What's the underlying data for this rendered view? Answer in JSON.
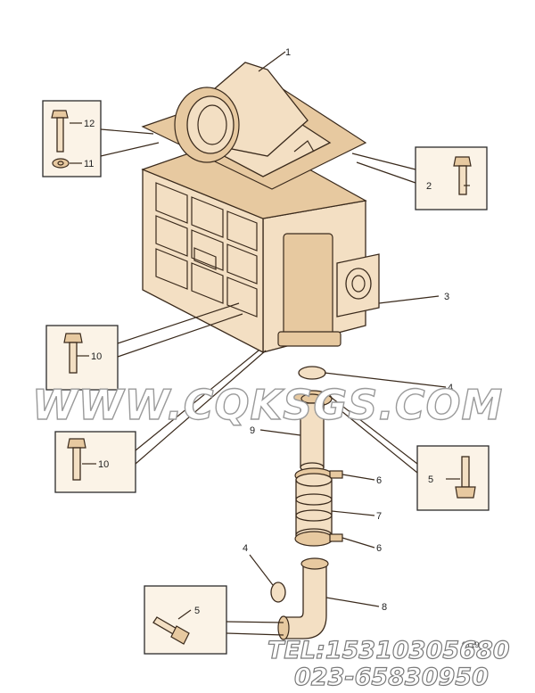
{
  "callouts": {
    "c1": "1",
    "c2": "2",
    "c3": "3",
    "c4a": "4",
    "c4b": "4",
    "c5a": "5",
    "c5b": "5",
    "c6a": "6",
    "c6b": "6",
    "c7": "7",
    "c8": "8",
    "c9": "9",
    "c10a": "10",
    "c10b": "10",
    "c11": "11",
    "c12": "12"
  },
  "watermark": "WWW.CQKSGS.COM",
  "contact": {
    "tel": "TEL:15310305680",
    "phone": "023-65830950"
  },
  "figure_code": "0119"
}
